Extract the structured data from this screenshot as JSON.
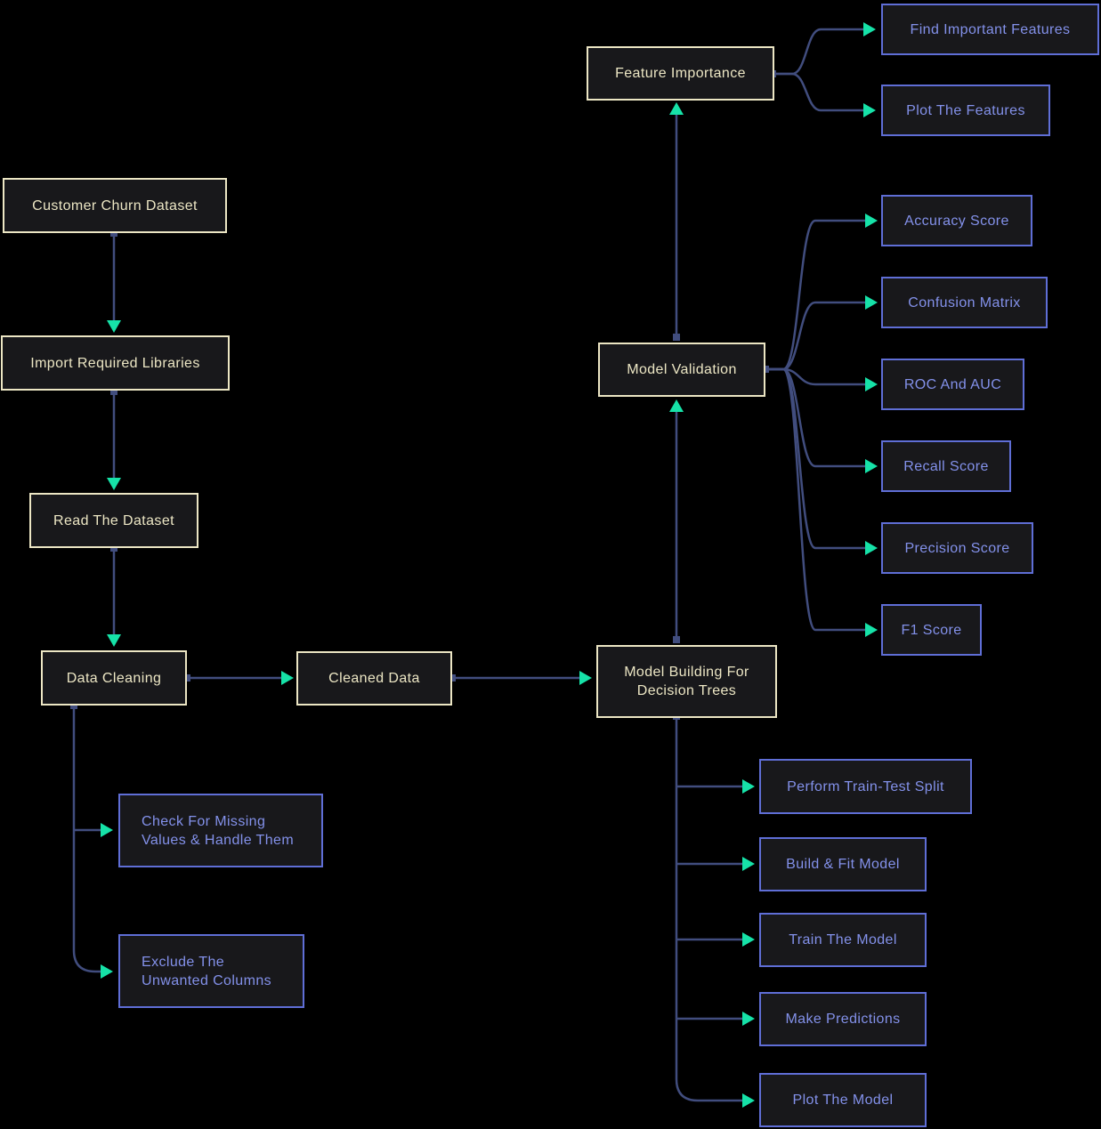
{
  "diagram": {
    "nodes": {
      "customer_churn_dataset": {
        "label": "Customer Churn Dataset"
      },
      "import_required_libraries": {
        "label": "Import Required Libraries"
      },
      "read_the_dataset": {
        "label": "Read The Dataset"
      },
      "data_cleaning": {
        "label": "Data Cleaning"
      },
      "check_for_missing_values": {
        "label": "Check For Missing\nValues & Handle Them"
      },
      "exclude_unwanted_columns": {
        "label": "Exclude The\nUnwanted Columns"
      },
      "cleaned_data": {
        "label": "Cleaned Data"
      },
      "model_building_decision_trees": {
        "label": "Model Building For\nDecision Trees"
      },
      "perform_train_test_split": {
        "label": "Perform Train-Test Split"
      },
      "build_fit_model": {
        "label": "Build & Fit Model"
      },
      "train_the_model": {
        "label": "Train The Model"
      },
      "make_predictions": {
        "label": "Make Predictions"
      },
      "plot_the_model": {
        "label": "Plot The Model"
      },
      "model_validation": {
        "label": "Model Validation"
      },
      "accuracy_score": {
        "label": "Accuracy Score"
      },
      "confusion_matrix": {
        "label": "Confusion Matrix"
      },
      "roc_and_auc": {
        "label": "ROC And AUC"
      },
      "recall_score": {
        "label": "Recall Score"
      },
      "precision_score": {
        "label": "Precision Score"
      },
      "f1_score": {
        "label": "F1 Score"
      },
      "feature_importance": {
        "label": "Feature Importance"
      },
      "find_important_features": {
        "label": "Find Important Features"
      },
      "plot_the_features": {
        "label": "Plot The Features"
      }
    },
    "colors": {
      "background": "#000000",
      "node_fill": "#18181b",
      "primary_border": "#ece6c4",
      "primary_text": "#ece6c4",
      "secondary_border": "#5f6ed6",
      "secondary_text": "#8391ea",
      "connector": "#414d7e",
      "arrowhead": "#16e2a8"
    }
  }
}
